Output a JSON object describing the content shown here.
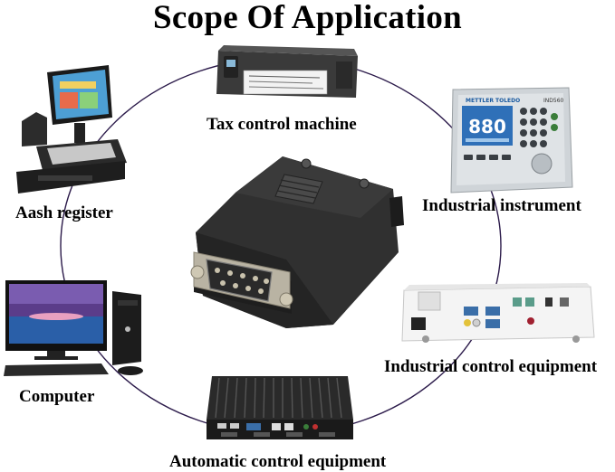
{
  "title": "Scope Of Application",
  "labels": {
    "tax_control_machine": "Tax control machine",
    "cash_register": "Aash register",
    "industrial_instrument": "Industrial instrument",
    "computer": "Computer",
    "industrial_control_equipment": "Industrial control equipment",
    "automatic_control_equipment": "Automatic control equipment"
  },
  "instrument_display": {
    "brand": "METTLER TOLEDO",
    "model": "IND560",
    "reading": "880"
  },
  "colors": {
    "ring": "#2b1a4a",
    "connector_body": "#2a2a2a",
    "connector_metal": "#b9b3a3"
  }
}
